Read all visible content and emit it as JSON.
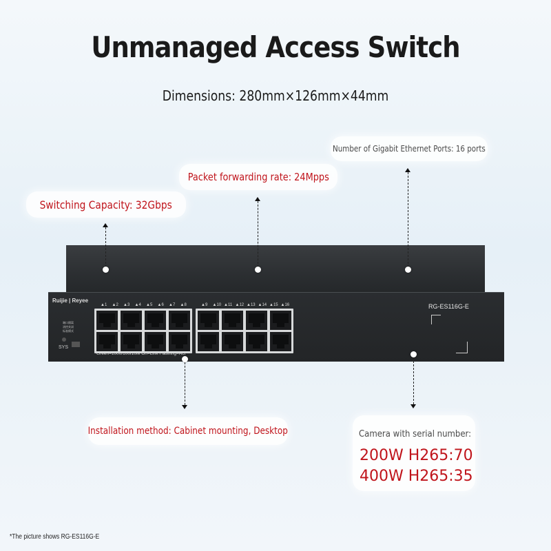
{
  "title": "Unmanaged Access Switch",
  "dimensions": "Dimensions: 280mm×126mm×44mm",
  "callouts": {
    "ports": "Number of Gigabit Ethernet Ports: 16 ports",
    "forwarding": "Packet forwarding rate: 24Mpps",
    "switching": "Switching Capacity: 32Gbps",
    "installation": "Installation method: Cabinet mounting, Desktop",
    "camera_title": "Camera with serial number:",
    "camera_line1": "200W H265:70",
    "camera_line2": "400W H265:35"
  },
  "device": {
    "brand": "Ruijie | Reyee",
    "model": "RG-ES116G-E",
    "sys_label": "SYS",
    "switch_labels": "端口隔离\n流控关闭\n标准模式",
    "led_legend": "Green=1000/100/10M  On=Link  Flashing=Act",
    "ports_left": [
      "▲1",
      "▲2",
      "▲3",
      "▲4",
      "▲5",
      "▲6",
      "▲7",
      "▲8"
    ],
    "ports_right": [
      "▲9",
      "▲10",
      "▲11",
      "▲12",
      "▲13",
      "▲14",
      "▲15",
      "▲16"
    ]
  },
  "footnote": "*The picture shows RG-ES116G-E",
  "colors": {
    "accent_red": "#c0141b",
    "chassis": "#2a2d30"
  }
}
